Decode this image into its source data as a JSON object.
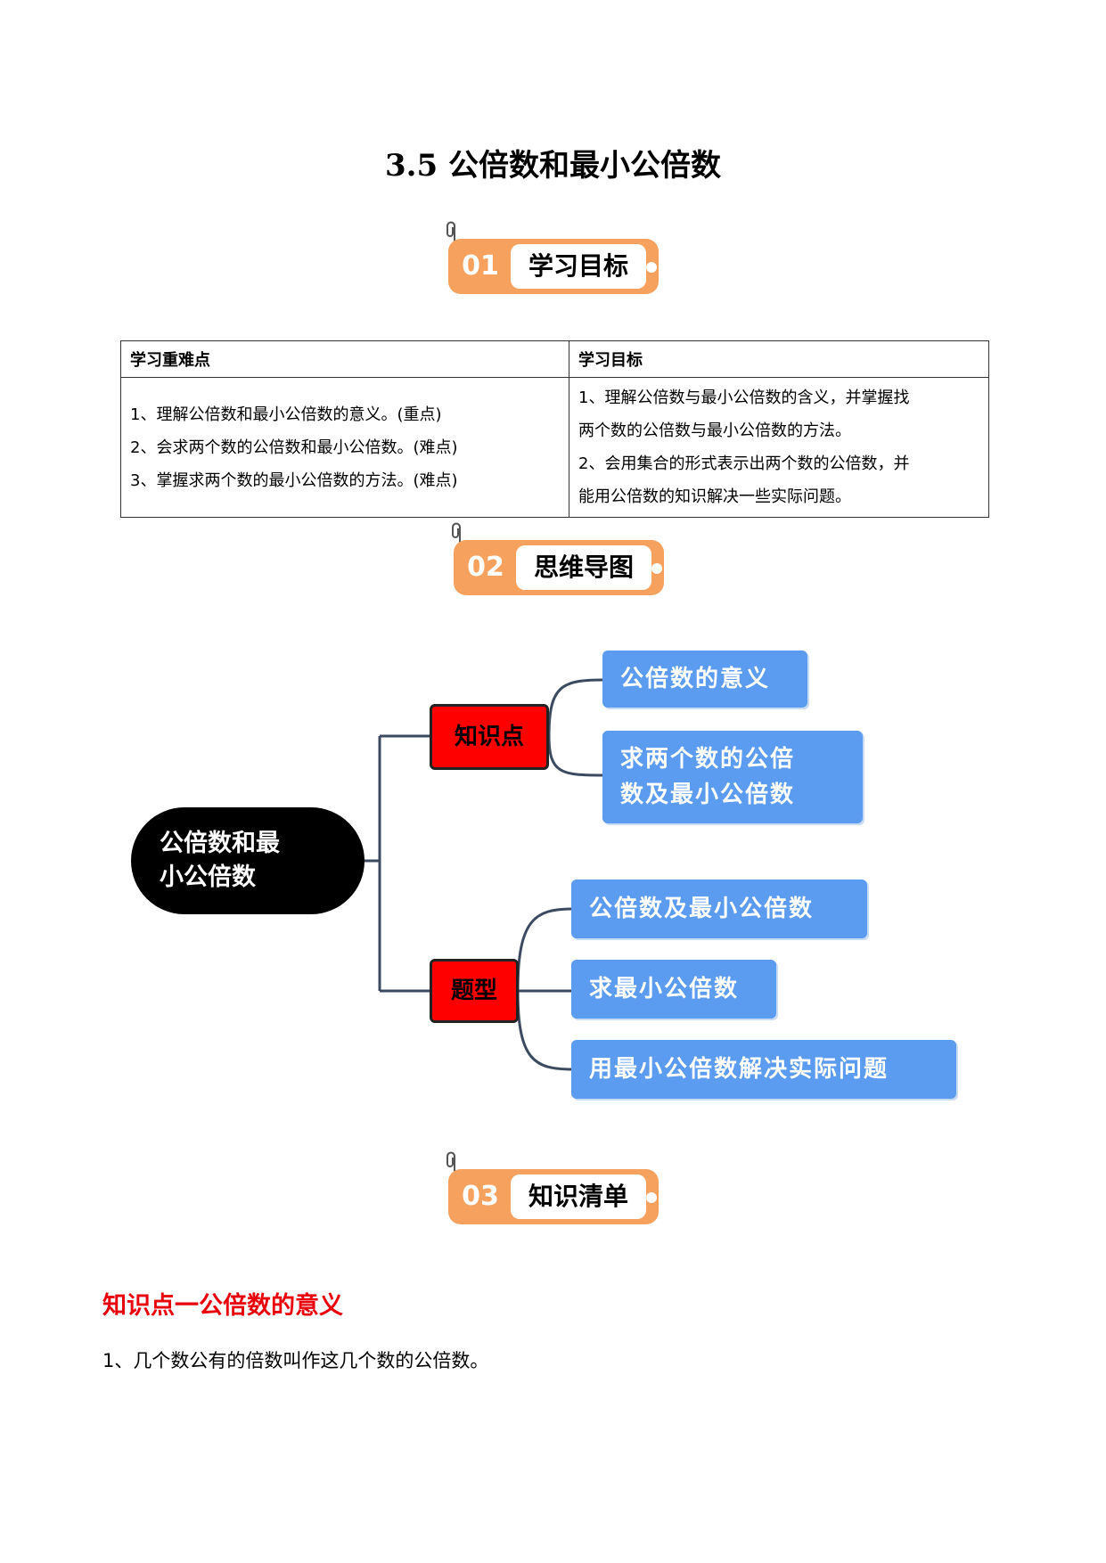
{
  "title": "3.5 公倍数和最小公倍数",
  "badges": [
    {
      "num": "01",
      "label": "学习目标"
    },
    {
      "num": "02",
      "label": "思维导图"
    },
    {
      "num": "03",
      "label": "知识清单"
    }
  ],
  "goals_table": {
    "headers": [
      "学习重难点",
      "学习目标"
    ],
    "left": [
      "1、理解公倍数和最小公倍数的意义。(重点)",
      "2、会求两个数的公倍数和最小公倍数。(难点)",
      "3、掌握求两个数的最小公倍数的方法。(难点)"
    ],
    "right": [
      "1、理解公倍数与最小公倍数的含义，并掌握找",
      "两个数的公倍数与最小公倍数的方法。",
      "2、会用集合的形式表示出两个数的公倍数，并",
      "能用公倍数的知识解决一些实际问题。"
    ]
  },
  "mindmap": {
    "root": [
      "公倍数和最",
      "小公倍数"
    ],
    "branch1": "知识点",
    "branch1_items": [
      [
        "公倍数的意义"
      ],
      [
        "求两个数的公倍",
        "数及最小公倍数"
      ]
    ],
    "branch2": "题型",
    "branch2_items": [
      "公倍数及最小公倍数",
      "求最小公倍数",
      "用最小公倍数解决实际问题"
    ]
  },
  "section_heading": "知识点一公倍数的意义",
  "paragraph": "1、几个数公有的倍数叫作这几个数的公倍数。"
}
